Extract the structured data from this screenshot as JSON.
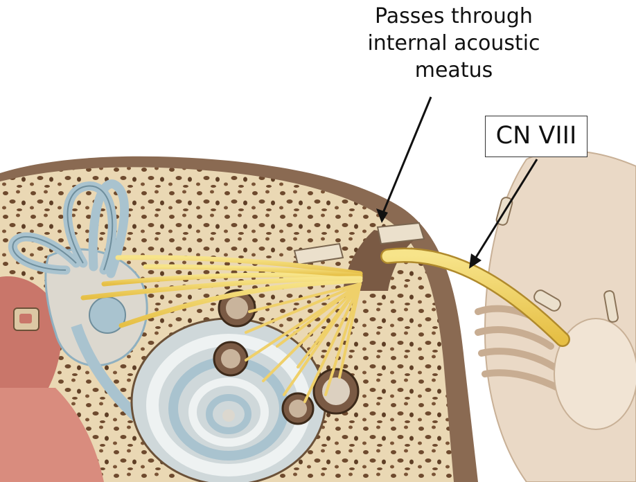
{
  "labels": {
    "meatus_line_1": "Passes through",
    "meatus_line_2": "internal acoustic",
    "meatus_line_3": "meatus",
    "nerve": "CN VIII"
  },
  "colors": {
    "background": "#ffffff",
    "bone": "#ead8b4",
    "bone_pores": "#6e4a2e",
    "dura": "#8a6a52",
    "nerve": "#f2d66a",
    "labyrinth": "#a9c3cf",
    "ear_canal": "#c9766a",
    "brainstem": "#ead9c6",
    "arrow": "#111111"
  },
  "icons": {
    "arrow_to_meatus": "arrow-icon",
    "arrow_to_nerve": "arrow-icon"
  }
}
